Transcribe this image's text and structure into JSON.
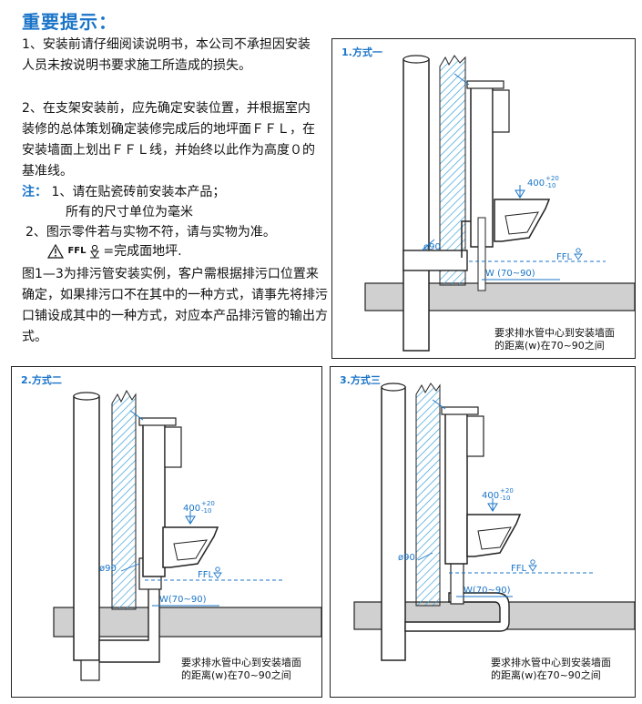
{
  "notice": {
    "heading": "重要提示：",
    "para1": "1、安装前请仔细阅读说明书，本公司不承担因安装人员未按说明书要求施工所造成的损失。",
    "para2": "2、在支架安装前，应先确定安装位置，并根据室内装修的总体策划确定装修完成后的地坪面ＦＦＬ，在安装墙面上划出ＦＦＬ线，并始终以此作为高度０的基准线。",
    "note_label": "注：",
    "note_1a": "1、请在贴瓷砖前安装本产品；",
    "note_1b": "所有的尺寸单位为毫米",
    "note_2": "2、图示零件若与实物不符，请与实物为准。",
    "ffl_text": "FFL",
    "ffl_meaning": "=完成面地坪.",
    "para3": "图1—3为排污管安装实例，客户需根据排污口位置来确定，如果排污口不在其中的一种方式，请事先将排污口铺设成其中的一种方式，对应本产品排污管的输出方式。"
  },
  "panels": [
    {
      "title": "1.方式一",
      "height_label": "400",
      "height_tol_plus": "+20",
      "height_tol_minus": "-10",
      "pipe_label": "ø90",
      "ffl_label": "FFL",
      "w_label": "W (70~90)",
      "caption_line1": "要求排水管中心到安装墙面",
      "caption_line2": "的距离(w)在70~90之间"
    },
    {
      "title": "2.方式二",
      "height_label": "400",
      "height_tol_plus": "+20",
      "height_tol_minus": "-10",
      "pipe_label": "ø90",
      "ffl_label": "FFL",
      "w_label": "W(70~90)",
      "caption_line1": "要求排水管中心到安装墙面",
      "caption_line2": "的距离(w)在70~90之间"
    },
    {
      "title": "3.方式三",
      "height_label": "400",
      "height_tol_plus": "+20",
      "height_tol_minus": "-10",
      "pipe_label": "ø90",
      "ffl_label": "FFL",
      "w_label": "W(70~90)",
      "caption_line1": "要求排水管中心到安装墙面",
      "caption_line2": "的距离(w)在70~90之间"
    }
  ],
  "colors": {
    "accent": "#1a74c8",
    "floor": "#c9c9c9",
    "hatch": "#3aa0d8"
  }
}
